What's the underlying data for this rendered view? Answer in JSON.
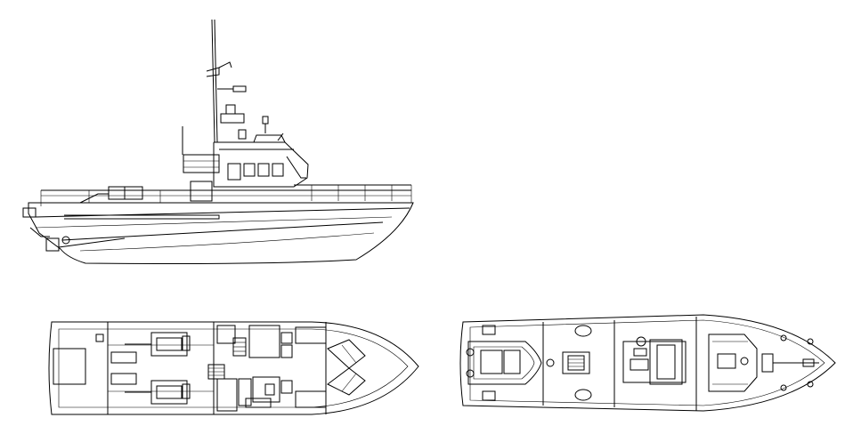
{
  "drawing": {
    "background": "#ffffff",
    "line_color": "#000000",
    "views": [
      "side-elevation",
      "lower-deck-plan",
      "upper-deck-plan"
    ]
  }
}
